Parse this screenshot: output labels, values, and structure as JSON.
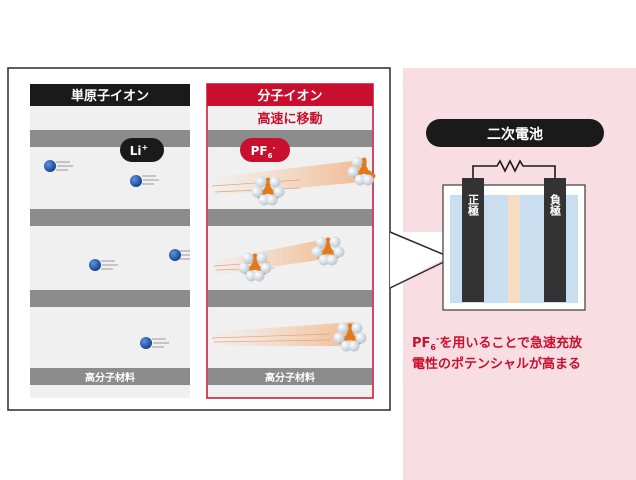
{
  "single_panel": {
    "header": "単原子イオン",
    "ion_label": "Li",
    "ion_sup": "+",
    "footer": "高分子材料"
  },
  "molecular_panel": {
    "header": "分子イオン",
    "subheader": "高速に移動",
    "ion_label": "PF",
    "ion_sub": "6",
    "ion_sup": "-",
    "footer": "高分子材料"
  },
  "battery_panel": {
    "title": "二次電池",
    "positive_label": "正極",
    "negative_label": "負極",
    "caption_ion": "PF",
    "caption_sub": "6",
    "caption_sup": "-",
    "caption_line1": "を用いることで急速充放",
    "caption_line2": "電性のポテンシャルが高まる"
  },
  "colors": {
    "black_header": "#1a1a1a",
    "red_accent": "#c8102e",
    "gray_band": "#8c8c8c",
    "panel_bg": "#f0f0f0",
    "pink_bg": "#f8dde3",
    "li_blue": "#1e5fbf",
    "pf_orange": "#e07a1f",
    "electrolyte_blue": "#c9dff0"
  }
}
